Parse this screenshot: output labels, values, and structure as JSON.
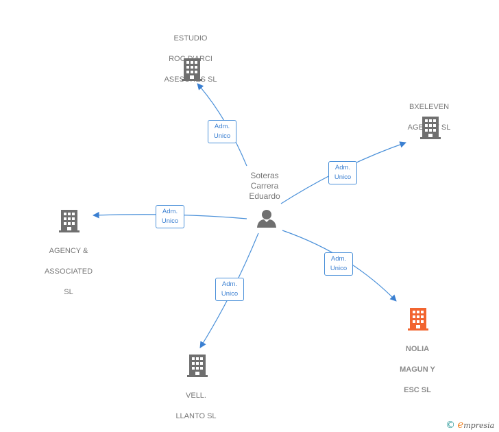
{
  "center": {
    "lines": [
      "Soteras",
      "Carrera",
      "Eduardo"
    ]
  },
  "companies": [
    {
      "id": "estudio",
      "lines": [
        "ESTUDIO",
        "ROC D'ARCI",
        "ASESORES  SL"
      ],
      "highlight": false
    },
    {
      "id": "bxeleven",
      "lines": [
        "BXELEVEN",
        "AGENCY  SL"
      ],
      "highlight": false
    },
    {
      "id": "agency",
      "lines": [
        "AGENCY &",
        "ASSOCIATED",
        "SL"
      ],
      "highlight": false
    },
    {
      "id": "vell",
      "lines": [
        "VELL.",
        "LLANTO  SL"
      ],
      "highlight": false
    },
    {
      "id": "nolia",
      "lines": [
        "NOLIA",
        "MAGUN Y",
        "ESC  SL"
      ],
      "highlight": true
    }
  ],
  "edge_label": {
    "line1": "Adm.",
    "line2": "Unico"
  },
  "colors": {
    "building": "#6f6f6f",
    "highlight": "#f26530",
    "edge": "#4a90d9",
    "person": "#6f6f6f"
  },
  "footer": {
    "copyright": "©",
    "brand_initial": "e",
    "brand_rest": "mpresia"
  }
}
